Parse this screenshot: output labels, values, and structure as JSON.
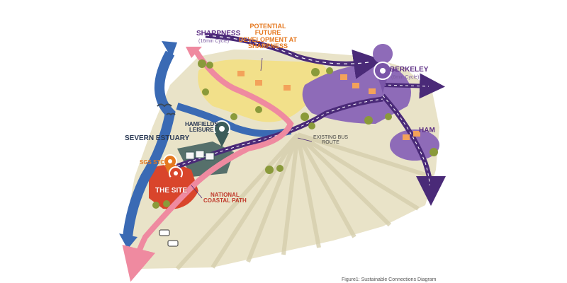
{
  "labels": {
    "sharpness": "SHARPNESS",
    "sharpness_cycle": "(16min Cycle)",
    "potential_line1": "POTENTIAL",
    "potential_line2": "FUTURE",
    "potential_line3": "DEVELOPMENT AT",
    "potential_line4": "SHARPNESS",
    "berkeley": "BERKELEY",
    "berkeley_cycle": "(6min Cycle)",
    "ham": "HAM",
    "hamfields_line1": "HAMFIELDS",
    "hamfields_line2": "LEISURE",
    "severn": "SEVERN ESTUARY",
    "sgs": "SGS STC",
    "the_site": "THE SITE",
    "bus_line1": "EXISTING BUS",
    "bus_line2": "ROUTE",
    "coastal_line1": "NATIONAL",
    "coastal_line2": "COASTAL PATH",
    "caption": "Figure1: Sustainable Connections Diagram"
  },
  "colors": {
    "estuary_blue": "#3a6ab4",
    "route_purple": "#4a2a78",
    "coastal_pink": "#ef8aa0",
    "field_yellow": "#f2e08a",
    "land_beige": "#e9e3c8",
    "field_stripe": "#d8d1b0",
    "berkeley_purple": "#8e6bb8",
    "site_red": "#d9452b",
    "hamfields_green": "#3c5c5a",
    "label_navy": "#2b3a55",
    "orange": "#e5781f"
  }
}
